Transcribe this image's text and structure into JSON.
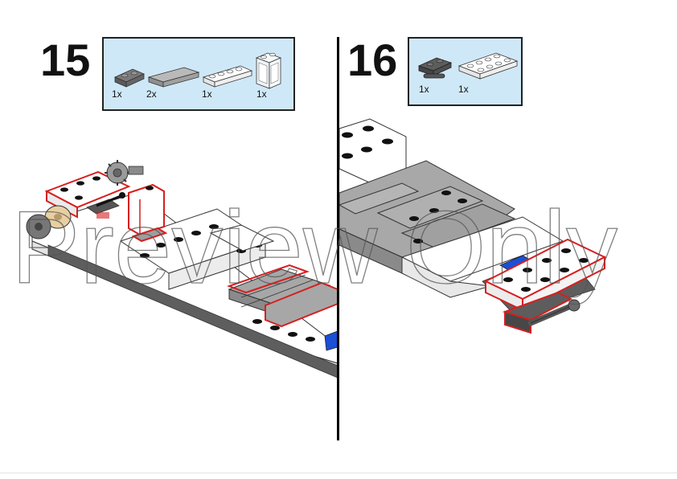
{
  "steps": [
    {
      "number": "15",
      "parts": [
        {
          "qty": "1x",
          "icon": "dark-gray-plate-1x2-icon"
        },
        {
          "qty": "2x",
          "icon": "light-gray-tile-1x4-icon"
        },
        {
          "qty": "1x",
          "icon": "white-plate-1x4-icon"
        },
        {
          "qty": "1x",
          "icon": "transparent-window-1x2x2-icon"
        }
      ]
    },
    {
      "number": "16",
      "parts": [
        {
          "qty": "1x",
          "icon": "dark-gray-plate-with-bar-icon"
        },
        {
          "qty": "1x",
          "icon": "white-plate-2x4-icon"
        }
      ]
    }
  ],
  "watermark": {
    "text": "Preview Only"
  },
  "colors": {
    "parts_box_bg": "#cfe8f7",
    "highlight_outline": "#d61f1f",
    "brick_white": "#ffffff",
    "brick_light_gray": "#a9a9a9",
    "brick_dark_gray": "#6b6b6b",
    "brick_blue": "#1a4fd6",
    "brick_tan": "#e8cfa2"
  }
}
